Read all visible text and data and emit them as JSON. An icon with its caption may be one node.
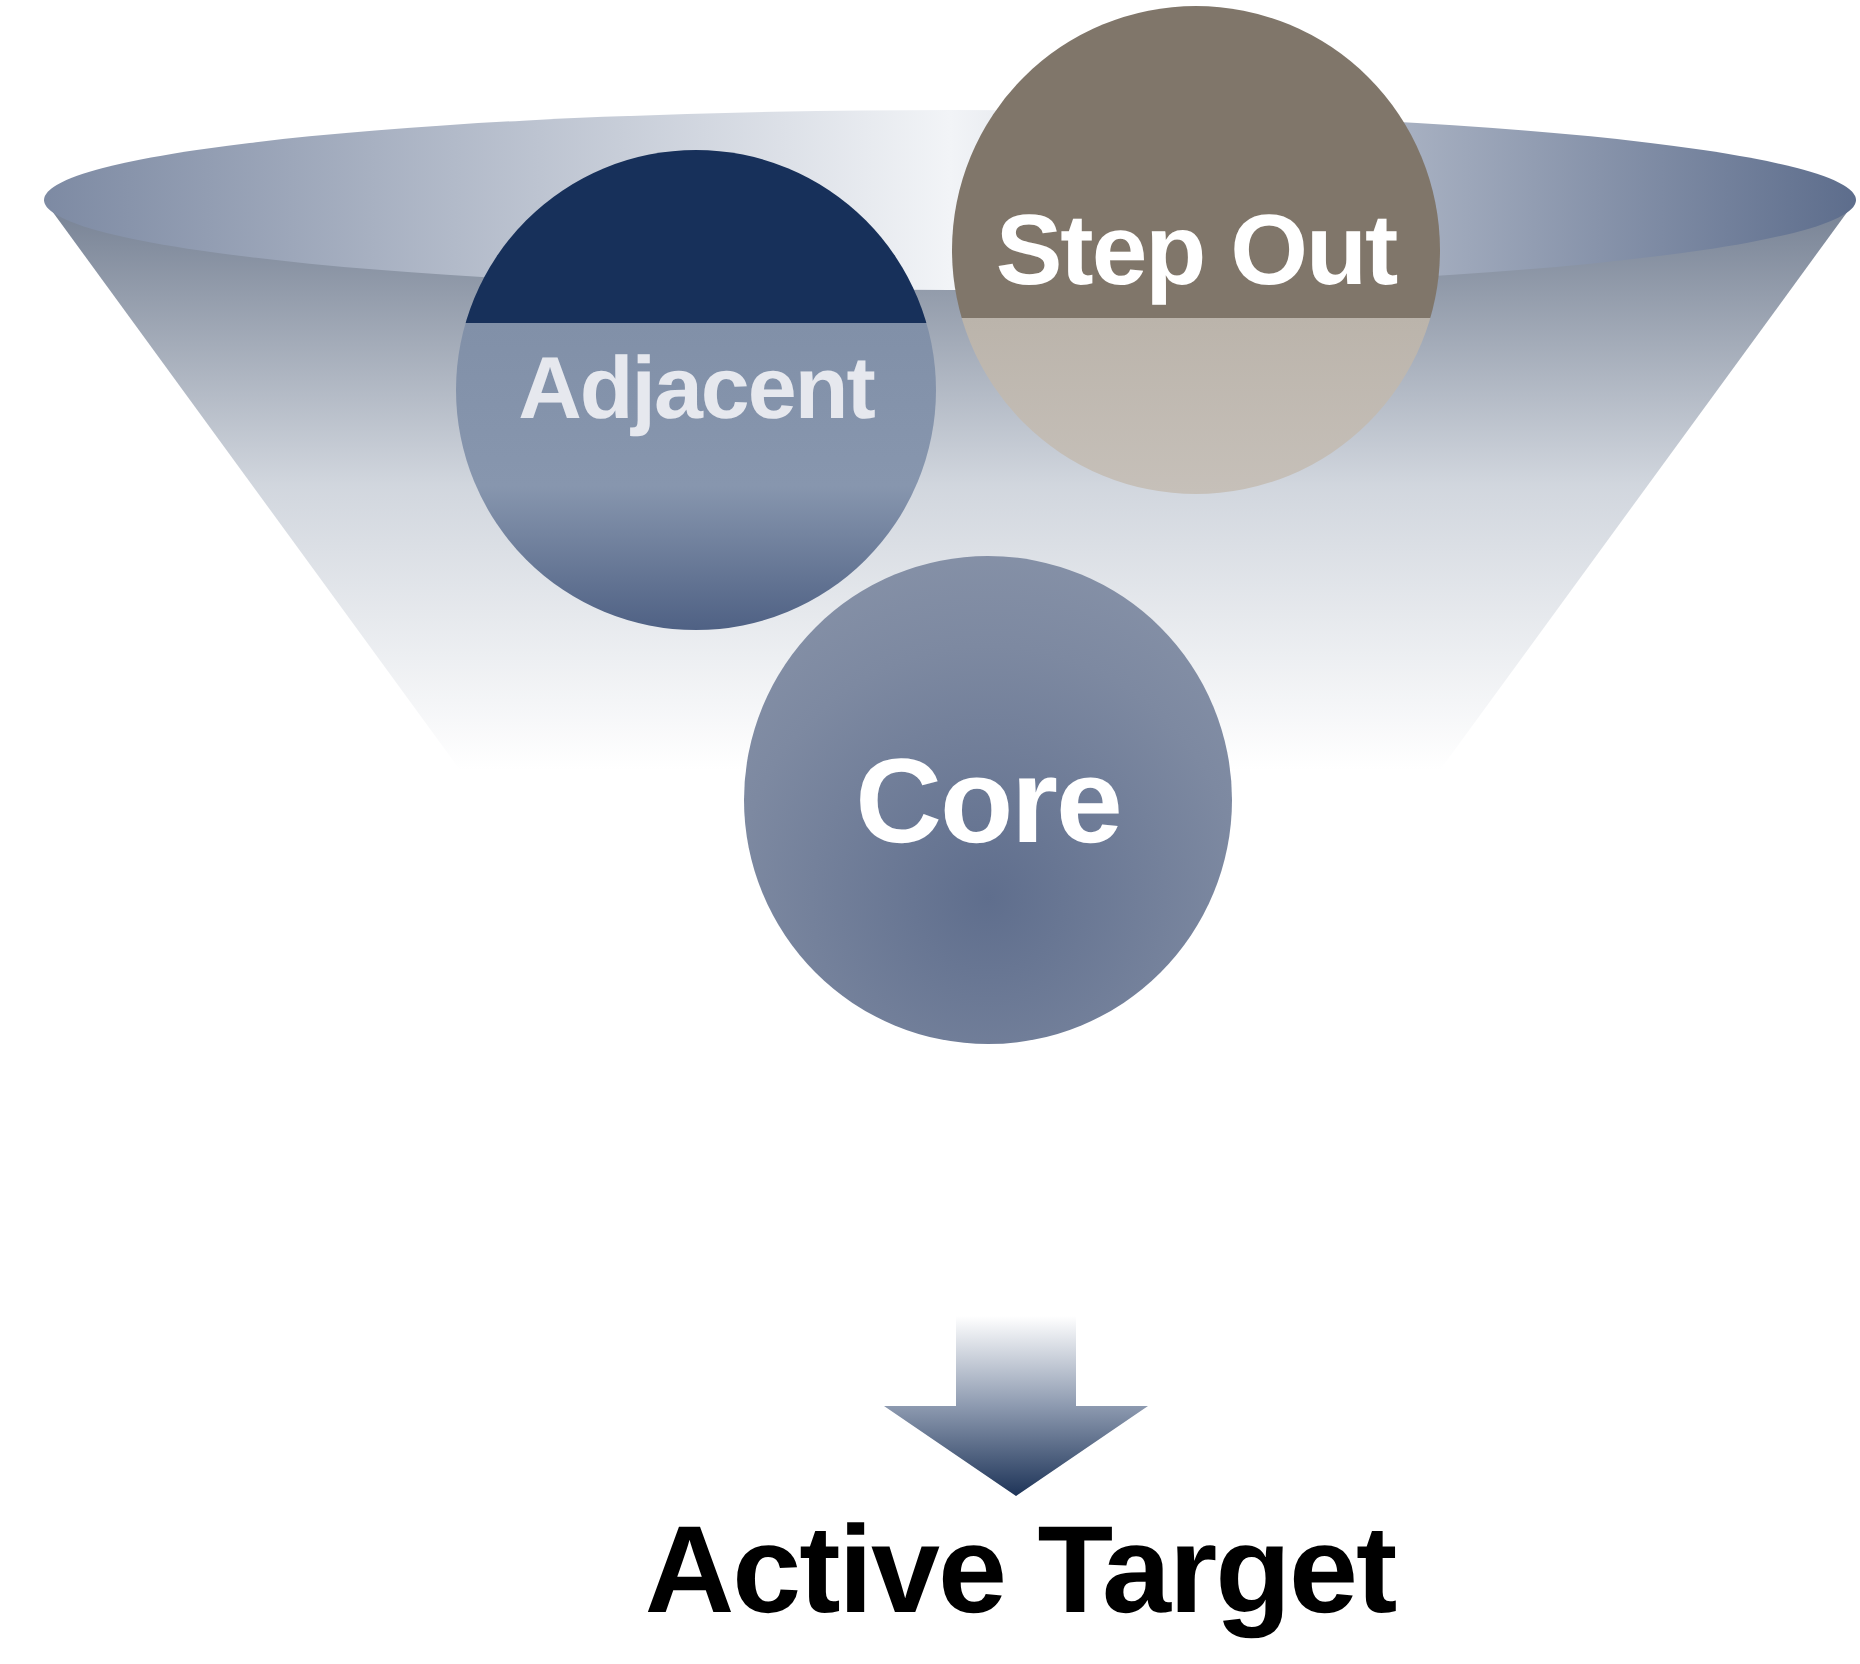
{
  "diagram": {
    "nodes": [
      {
        "text": [
          "Adjacent"
        ]
      },
      {
        "text": [
          "Step Out"
        ]
      },
      {
        "text": [
          "Core"
        ]
      },
      {
        "text": [
          "Active Target"
        ]
      }
    ],
    "edges": [
      {
        "from": null,
        "to": 3,
        "arrow": "to"
      }
    ]
  }
}
